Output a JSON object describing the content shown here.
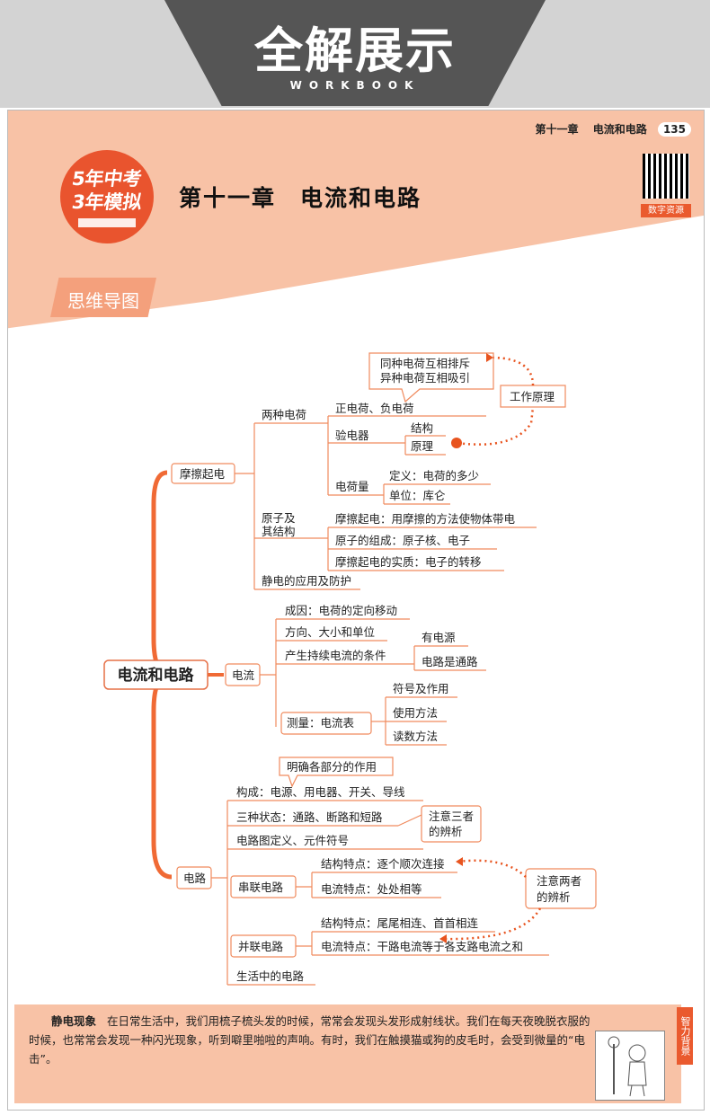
{
  "banner": {
    "title": "全解展示",
    "subtitle": "WORKBOOK"
  },
  "header": {
    "running_chapter": "第十一章",
    "running_title": "电流和电路",
    "page_number": "135",
    "logo_line1": "5年中考",
    "logo_line2": "3年模拟",
    "chapter_heading": "第十一章　电流和电路",
    "qr_label": "数字资源",
    "section_tab": "思维导图"
  },
  "mindmap": {
    "root": "电流和电路",
    "b1": {
      "label": "摩擦起电",
      "two_charges": "两种电荷",
      "pos_neg": "正电荷、负电荷",
      "callout_l1": "同种电荷互相排斥",
      "callout_l2": "异种电荷互相吸引",
      "work_principle": "工作原理",
      "electroscope": "验电器",
      "structure": "结构",
      "principle": "原理",
      "charge_qty": "电荷量",
      "def": "定义：电荷的多少",
      "unit": "单位：库仑",
      "atom_l1": "原子及",
      "atom_l2": "其结构",
      "friction_def": "摩擦起电：用摩擦的方法使物体带电",
      "atom_comp": "原子的组成：原子核、电子",
      "essence": "摩擦起电的实质：电子的转移",
      "static": "静电的应用及防护"
    },
    "b2": {
      "label": "电流",
      "cause": "成因：电荷的定向移动",
      "dir": "方向、大小和单位",
      "cond": "产生持续电流的条件",
      "has_src": "有电源",
      "closed": "电路是通路",
      "measure": "测量：电流表",
      "sym": "符号及作用",
      "use": "使用方法",
      "read": "读数方法"
    },
    "b3": {
      "label": "电路",
      "callout_parts": "明确各部分的作用",
      "comp": "构成：电源、用电器、开关、导线",
      "states": "三种状态：通路、断路和短路",
      "note3_l1": "注意三者",
      "note3_l2": "的辨析",
      "diagram": "电路图定义、元件符号",
      "series": "串联电路",
      "s_struct": "结构特点：逐个顺次连接",
      "s_current": "电流特点：处处相等",
      "note2_l1": "注意两者",
      "note2_l2": "的辨析",
      "parallel": "并联电路",
      "p_struct": "结构特点：尾尾相连、首首相连",
      "p_current": "电流特点：干路电流等于各支路电流之和",
      "life": "生活中的电路"
    }
  },
  "sidebar_box": {
    "heading": "静电现象",
    "text": "在日常生活中，我们用梳子梳头发的时候，常常会发现头发形成射线状。我们在每天夜晚脱衣服的时候，也常常会发现一种闪光现象，听到噼里啪啦的声响。有时，我们在触摸猫或狗的皮毛时，会受到微量的“电击”。",
    "side_tag": "智力背景"
  },
  "colors": {
    "accent": "#ea5a2e",
    "header_bg": "#f8c2a6",
    "line": "#f08a5d"
  }
}
